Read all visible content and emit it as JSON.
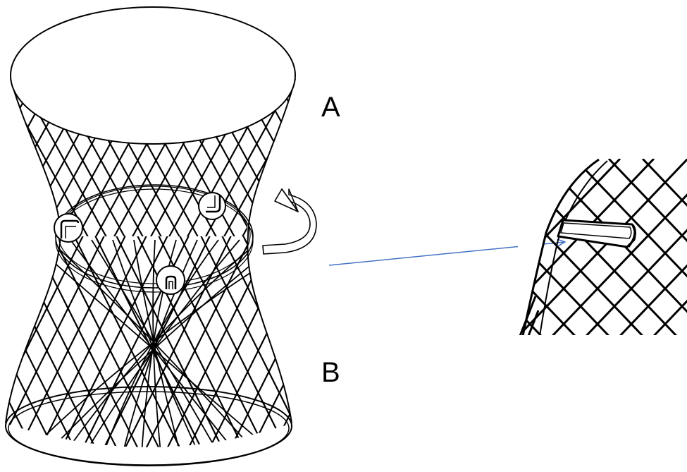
{
  "diagram": {
    "labels": {
      "top": "A",
      "bottom": "B"
    },
    "colors": {
      "line": "#000000",
      "callout_arrow": "#4472C4",
      "background": "#ffffff"
    },
    "icons": [
      "rotation-arrow-icon",
      "callout-arrow",
      "twist-lock-clip"
    ]
  }
}
